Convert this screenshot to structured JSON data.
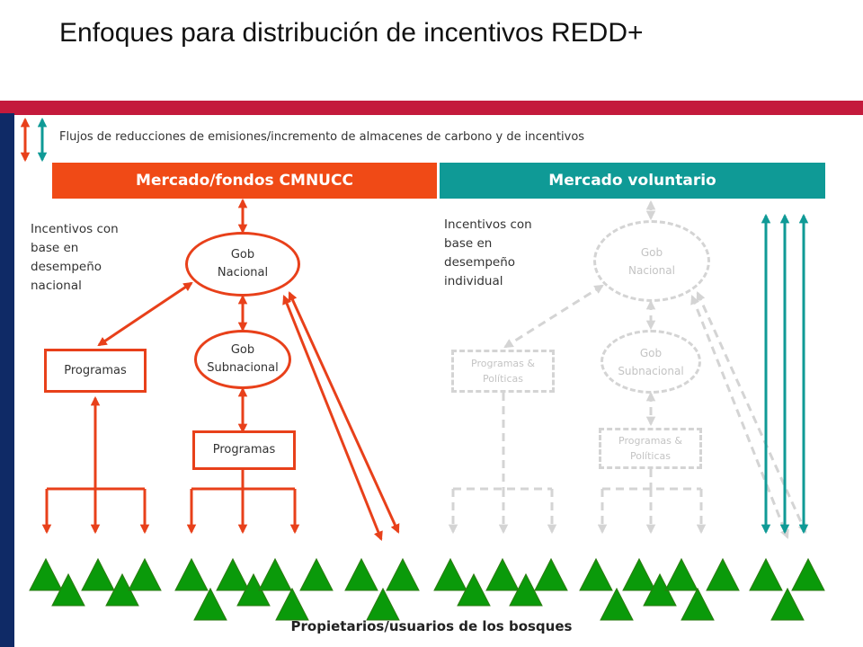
{
  "title": "Enfoques para distribución de  incentivos REDD+",
  "legend": {
    "text": "Flujos de reducciones de emisiones/incremento de almacenes de carbono y de incentivos"
  },
  "headers": {
    "left": "Mercado/fondos CMNUCC",
    "right": "Mercado voluntario"
  },
  "left_panel": {
    "note": "Incentivos con base en desempeño nacional",
    "gob_nacional": "Gob Nacional",
    "gob_subnacional": "Gob Subnacional",
    "programas_1": "Programas",
    "programas_2": "Programas"
  },
  "right_panel": {
    "note": "Incentivos con base en desempeño individual",
    "gob_nacional": "Gob Nacional",
    "gob_subnacional": "Gob Subnacional",
    "programas_politicas_1": "Programas & Políticas",
    "programas_politicas_2": "Programas & Políticas"
  },
  "footer": "Propietarios/usuarios  de los bosques",
  "colors": {
    "red_band": "#c41a3c",
    "navy_bar": "#0f2a66",
    "orange": "#e8401a",
    "teal": "#0f9a96",
    "grey": "#d4d4d4",
    "tree_green": "#0a9a0a"
  }
}
